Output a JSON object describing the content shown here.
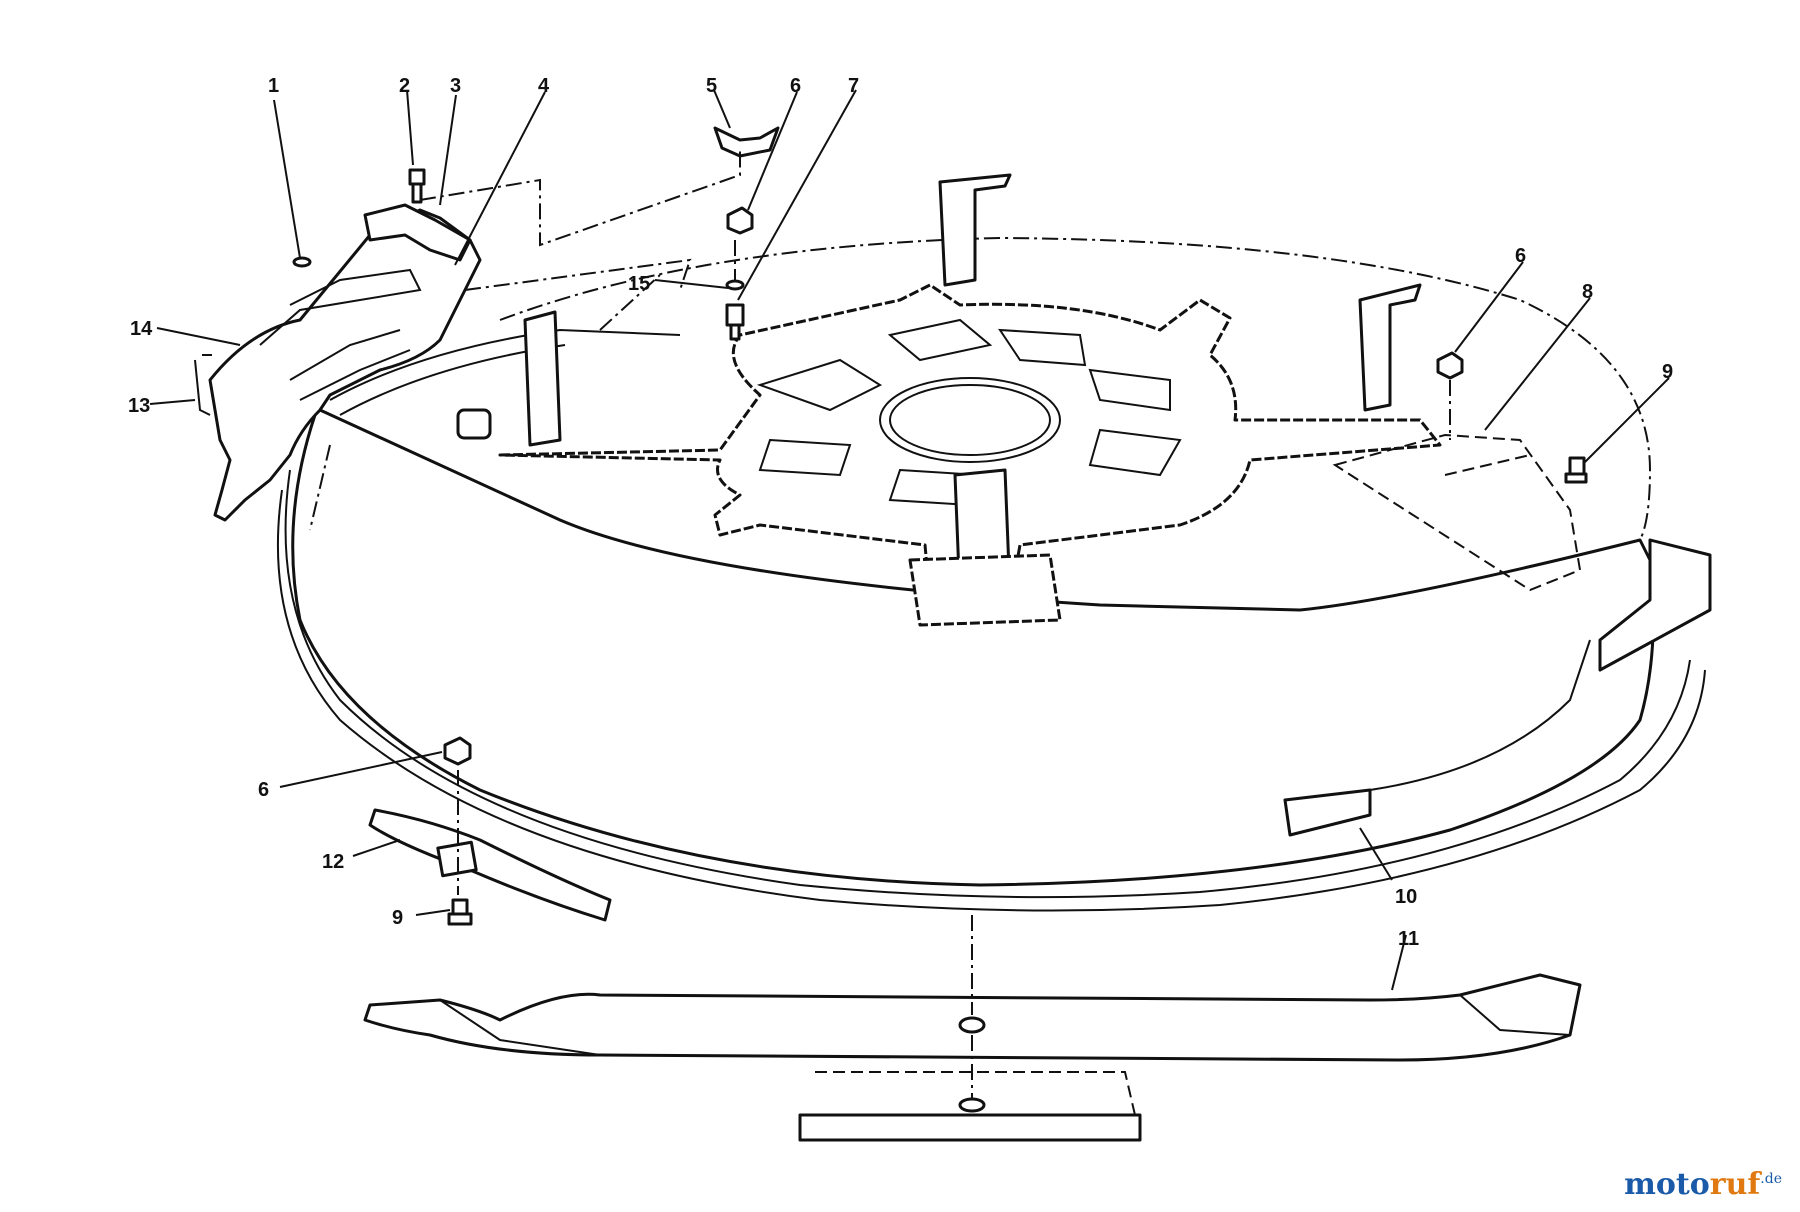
{
  "callouts": [
    {
      "id": "c1",
      "label": "1"
    },
    {
      "id": "c2",
      "label": "2"
    },
    {
      "id": "c3",
      "label": "3"
    },
    {
      "id": "c4",
      "label": "4"
    },
    {
      "id": "c5",
      "label": "5"
    },
    {
      "id": "c6a",
      "label": "6"
    },
    {
      "id": "c7",
      "label": "7"
    },
    {
      "id": "c15",
      "label": "15"
    },
    {
      "id": "c6b",
      "label": "6"
    },
    {
      "id": "c8",
      "label": "8"
    },
    {
      "id": "c9a",
      "label": "9"
    },
    {
      "id": "c14",
      "label": "14"
    },
    {
      "id": "c13",
      "label": "13"
    },
    {
      "id": "c6c",
      "label": "6"
    },
    {
      "id": "c12",
      "label": "12"
    },
    {
      "id": "c9b",
      "label": "9"
    },
    {
      "id": "c10",
      "label": "10"
    },
    {
      "id": "c11",
      "label": "11"
    }
  ],
  "watermark": {
    "part1": "moto",
    "part2": "ruf",
    "part3": ".de"
  }
}
